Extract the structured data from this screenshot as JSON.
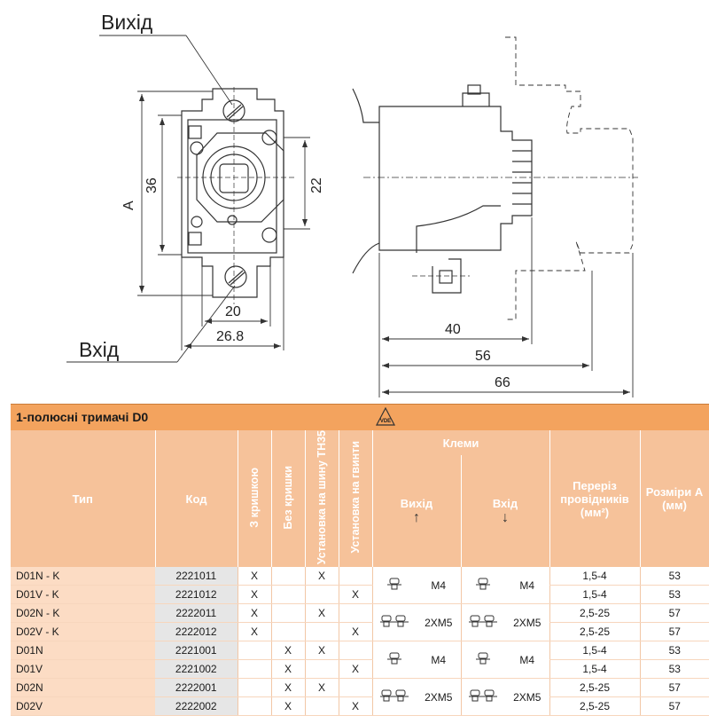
{
  "drawing": {
    "label_out": "Вихід",
    "label_in": "Вхід",
    "dim_a": "A",
    "dim_36": "36",
    "dim_22": "22",
    "dim_20": "20",
    "dim_26_8": "26.8",
    "dim_40": "40",
    "dim_56": "56",
    "dim_66": "66"
  },
  "table": {
    "title": "1-полюсні тримачі D0",
    "logo_text": "VDE",
    "headers": {
      "type": "Тип",
      "code": "Код",
      "with_cover": "З кришкою",
      "no_cover": "Без кришки",
      "rail": "Установка на шину ТН35",
      "screws": "Установка на гвинти",
      "terminals": "Клеми",
      "out": "Вихід",
      "in": "Вхід",
      "section": "Переріз провідників (мм²)",
      "size": "Розміри А (мм)"
    },
    "rows": [
      {
        "type": "D01N - K",
        "code": "2221011",
        "with_cover": "X",
        "no_cover": "",
        "rail": "X",
        "screws": "",
        "section": "1,5-4",
        "size": "53"
      },
      {
        "type": "D01V - K",
        "code": "2221012",
        "with_cover": "X",
        "no_cover": "",
        "rail": "",
        "screws": "X",
        "section": "1,5-4",
        "size": "53"
      },
      {
        "type": "D02N - K",
        "code": "2222011",
        "with_cover": "X",
        "no_cover": "",
        "rail": "X",
        "screws": "",
        "section": "2,5-25",
        "size": "57"
      },
      {
        "type": "D02V - K",
        "code": "2222012",
        "with_cover": "X",
        "no_cover": "",
        "rail": "",
        "screws": "X",
        "section": "2,5-25",
        "size": "57"
      },
      {
        "type": "D01N",
        "code": "2221001",
        "with_cover": "",
        "no_cover": "X",
        "rail": "X",
        "screws": "",
        "section": "1,5-4",
        "size": "53"
      },
      {
        "type": "D01V",
        "code": "2221002",
        "with_cover": "",
        "no_cover": "X",
        "rail": "",
        "screws": "X",
        "section": "1,5-4",
        "size": "53"
      },
      {
        "type": "D02N",
        "code": "2222001",
        "with_cover": "",
        "no_cover": "X",
        "rail": "X",
        "screws": "",
        "section": "2,5-25",
        "size": "57"
      },
      {
        "type": "D02V",
        "code": "2222002",
        "with_cover": "",
        "no_cover": "X",
        "rail": "",
        "screws": "X",
        "section": "2,5-25",
        "size": "57"
      }
    ],
    "terminal_groups": [
      {
        "out": "M4",
        "in": "M4"
      },
      {
        "out": "2XM5",
        "in": "2XM5"
      },
      {
        "out": "M4",
        "in": "M4"
      },
      {
        "out": "2XM5",
        "in": "2XM5"
      }
    ]
  }
}
